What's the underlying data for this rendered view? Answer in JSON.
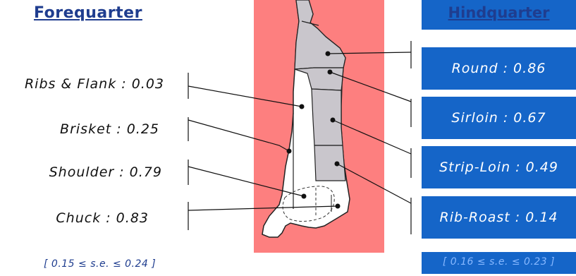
{
  "forequarter": {
    "title": "Forequarter",
    "cuts": [
      {
        "label": "Ribs & Flank : 0.03"
      },
      {
        "label": "Brisket : 0.25"
      },
      {
        "label": "Shoulder : 0.79"
      },
      {
        "label": "Chuck : 0.83"
      }
    ],
    "se_note": "[ 0.15 ≤ s.e. ≤ 0.24 ]"
  },
  "hindquarter": {
    "title": "Hindquarter",
    "cuts": [
      {
        "label": "Round : 0.86"
      },
      {
        "label": "Sirloin : 0.67"
      },
      {
        "label": "Strip-Loin : 0.49"
      },
      {
        "label": "Rib-Roast : 0.14"
      }
    ],
    "se_note": "[ 0.16 ≤ s.e. ≤ 0.23 ]"
  },
  "colors": {
    "center_panel": "#fd7f7f",
    "hindquarter_fill": "#c9c6cc",
    "forequarter_fill": "#ffffff",
    "blue_box": "#1565c8",
    "title_text": "#1f3d8f"
  }
}
